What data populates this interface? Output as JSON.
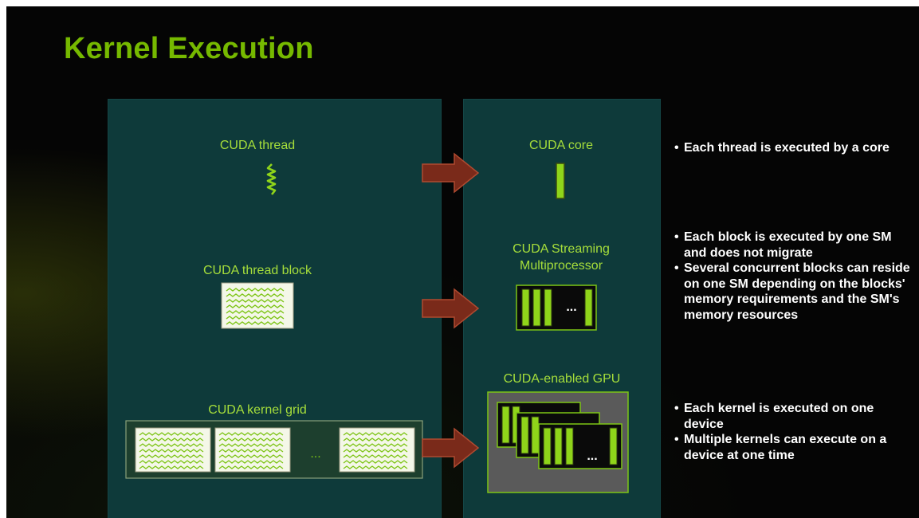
{
  "title": "Kernel Execution",
  "left": {
    "thread_label": "CUDA thread",
    "block_label": "CUDA thread block",
    "grid_label": "CUDA kernel grid",
    "grid_ellipsis": "..."
  },
  "right": {
    "core_label": "CUDA core",
    "sm_label_line1": "CUDA Streaming",
    "sm_label_line2": "Multiprocessor",
    "sm_ellipsis": "...",
    "gpu_label": "CUDA-enabled GPU",
    "gpu_ellipsis": "..."
  },
  "bullets": {
    "group1": [
      "Each thread is executed by a core"
    ],
    "group2": [
      "Each block is executed by one SM and does not migrate",
      "Several concurrent blocks can reside on one SM depending on the blocks' memory requirements and the SM's memory resources"
    ],
    "group3": [
      "Each kernel is executed on one device",
      "Multiple kernels can execute on a device at one time"
    ]
  },
  "colors": {
    "accent": "#76b900",
    "label": "#a6de3a",
    "panel": "#0e3a3a",
    "arrow": "#7a2a1a",
    "background": "#050505"
  }
}
